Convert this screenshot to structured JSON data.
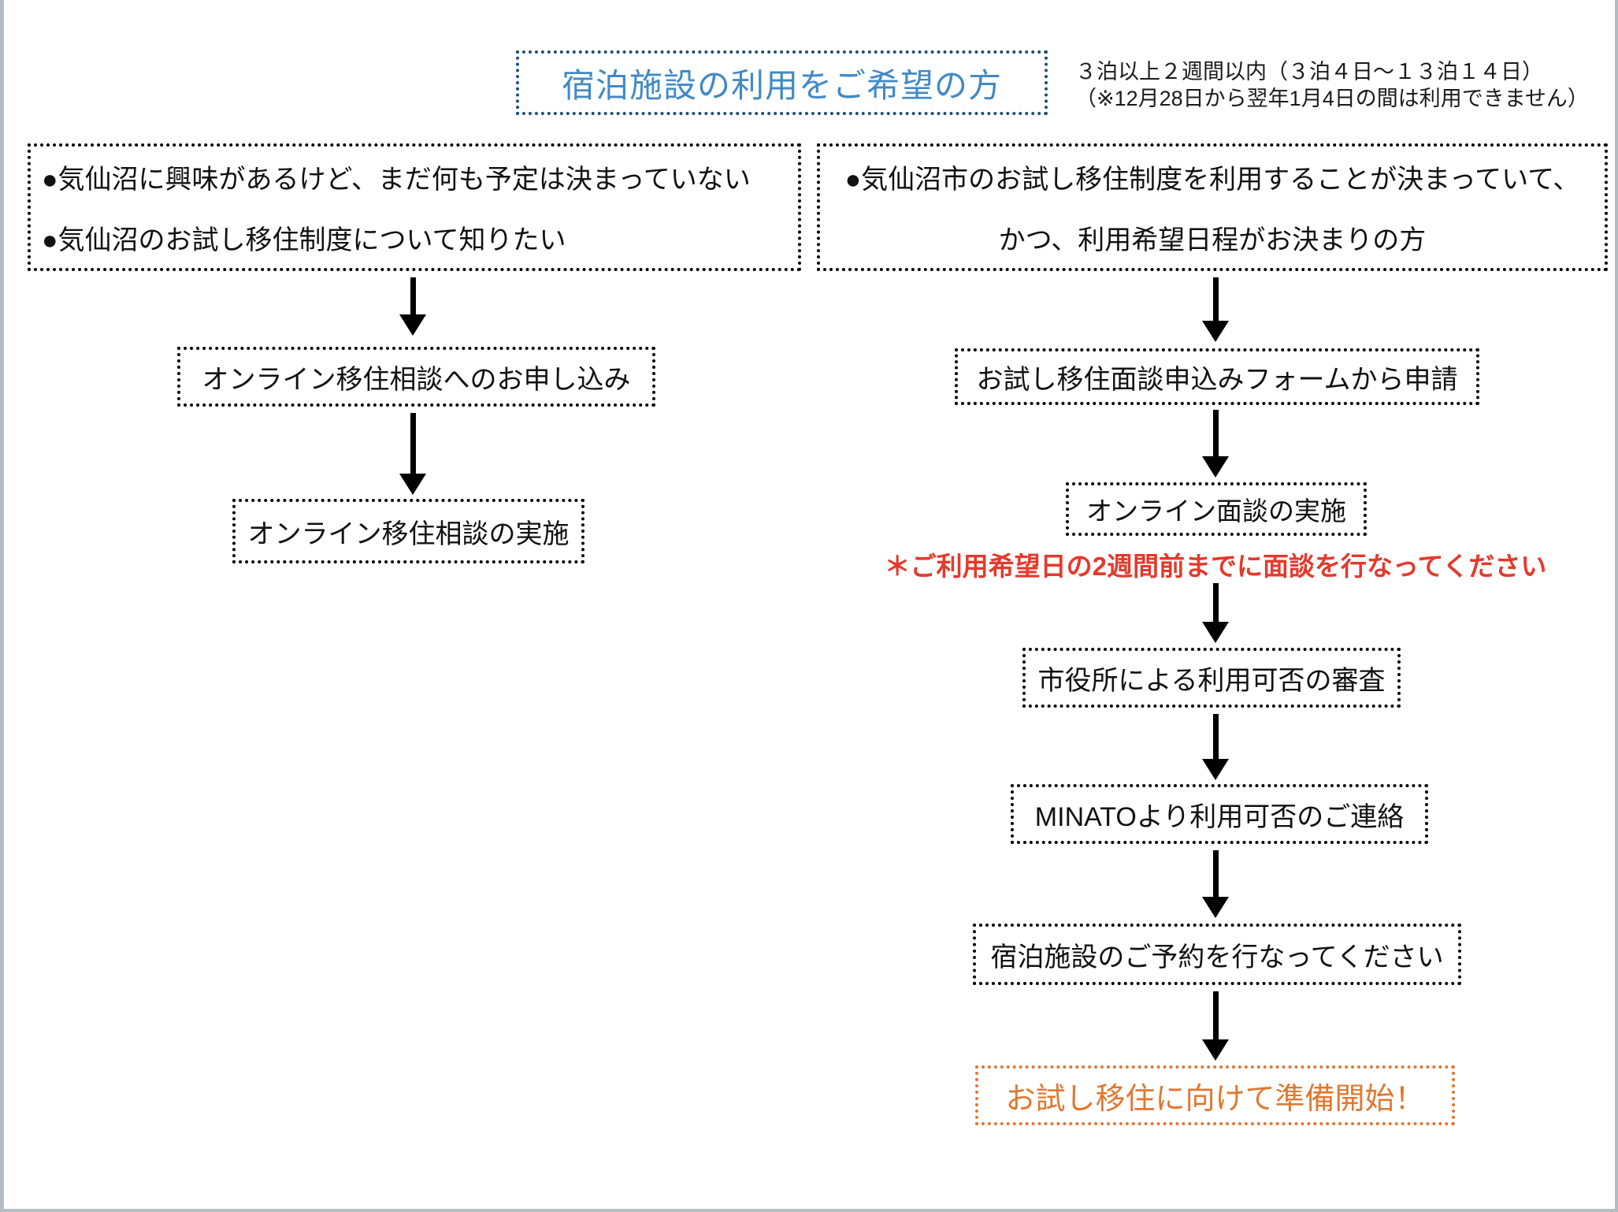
{
  "header": {
    "title": "宿泊施設の利用をご希望の方",
    "duration_note_line1": "３泊以上２週間以内（３泊４日〜１３泊１４日）",
    "duration_note_line2": "（※12月28日から翌年1月4日の間は利用できません）"
  },
  "left_flow": {
    "condition": {
      "bullet1": "●気仙沼に興味があるけど、まだ何も予定は決まっていない",
      "bullet2": "●気仙沼のお試し移住制度について知りたい"
    },
    "steps": [
      {
        "label": "オンライン移住相談へのお申し込み"
      },
      {
        "label": "オンライン移住相談の実施"
      }
    ]
  },
  "right_flow": {
    "condition": {
      "line1": "●気仙沼市のお試し移住制度を利用することが決まっていて、",
      "line2": "かつ、利用希望日程がお決まりの方"
    },
    "steps": [
      {
        "label": "お試し移住面談申込みフォームから申請"
      },
      {
        "label": "オンライン面談の実施"
      },
      {
        "label": "市役所による利用可否の審査"
      },
      {
        "label": "MINATOより利用可否のご連絡"
      },
      {
        "label": "宿泊施設のご予約を行なってください"
      }
    ],
    "interview_warning": "＊ご利用希望日の2週間前までに面談を行なってください",
    "goal": "お試し移住に向けて準備開始！"
  },
  "colors": {
    "title_border": "#1f4e79",
    "title_text": "#4189c7",
    "box_border": "#000000",
    "warning_red": "#e5392c",
    "goal_orange": "#e0782f",
    "frame_gray": "#b6bcc4"
  }
}
